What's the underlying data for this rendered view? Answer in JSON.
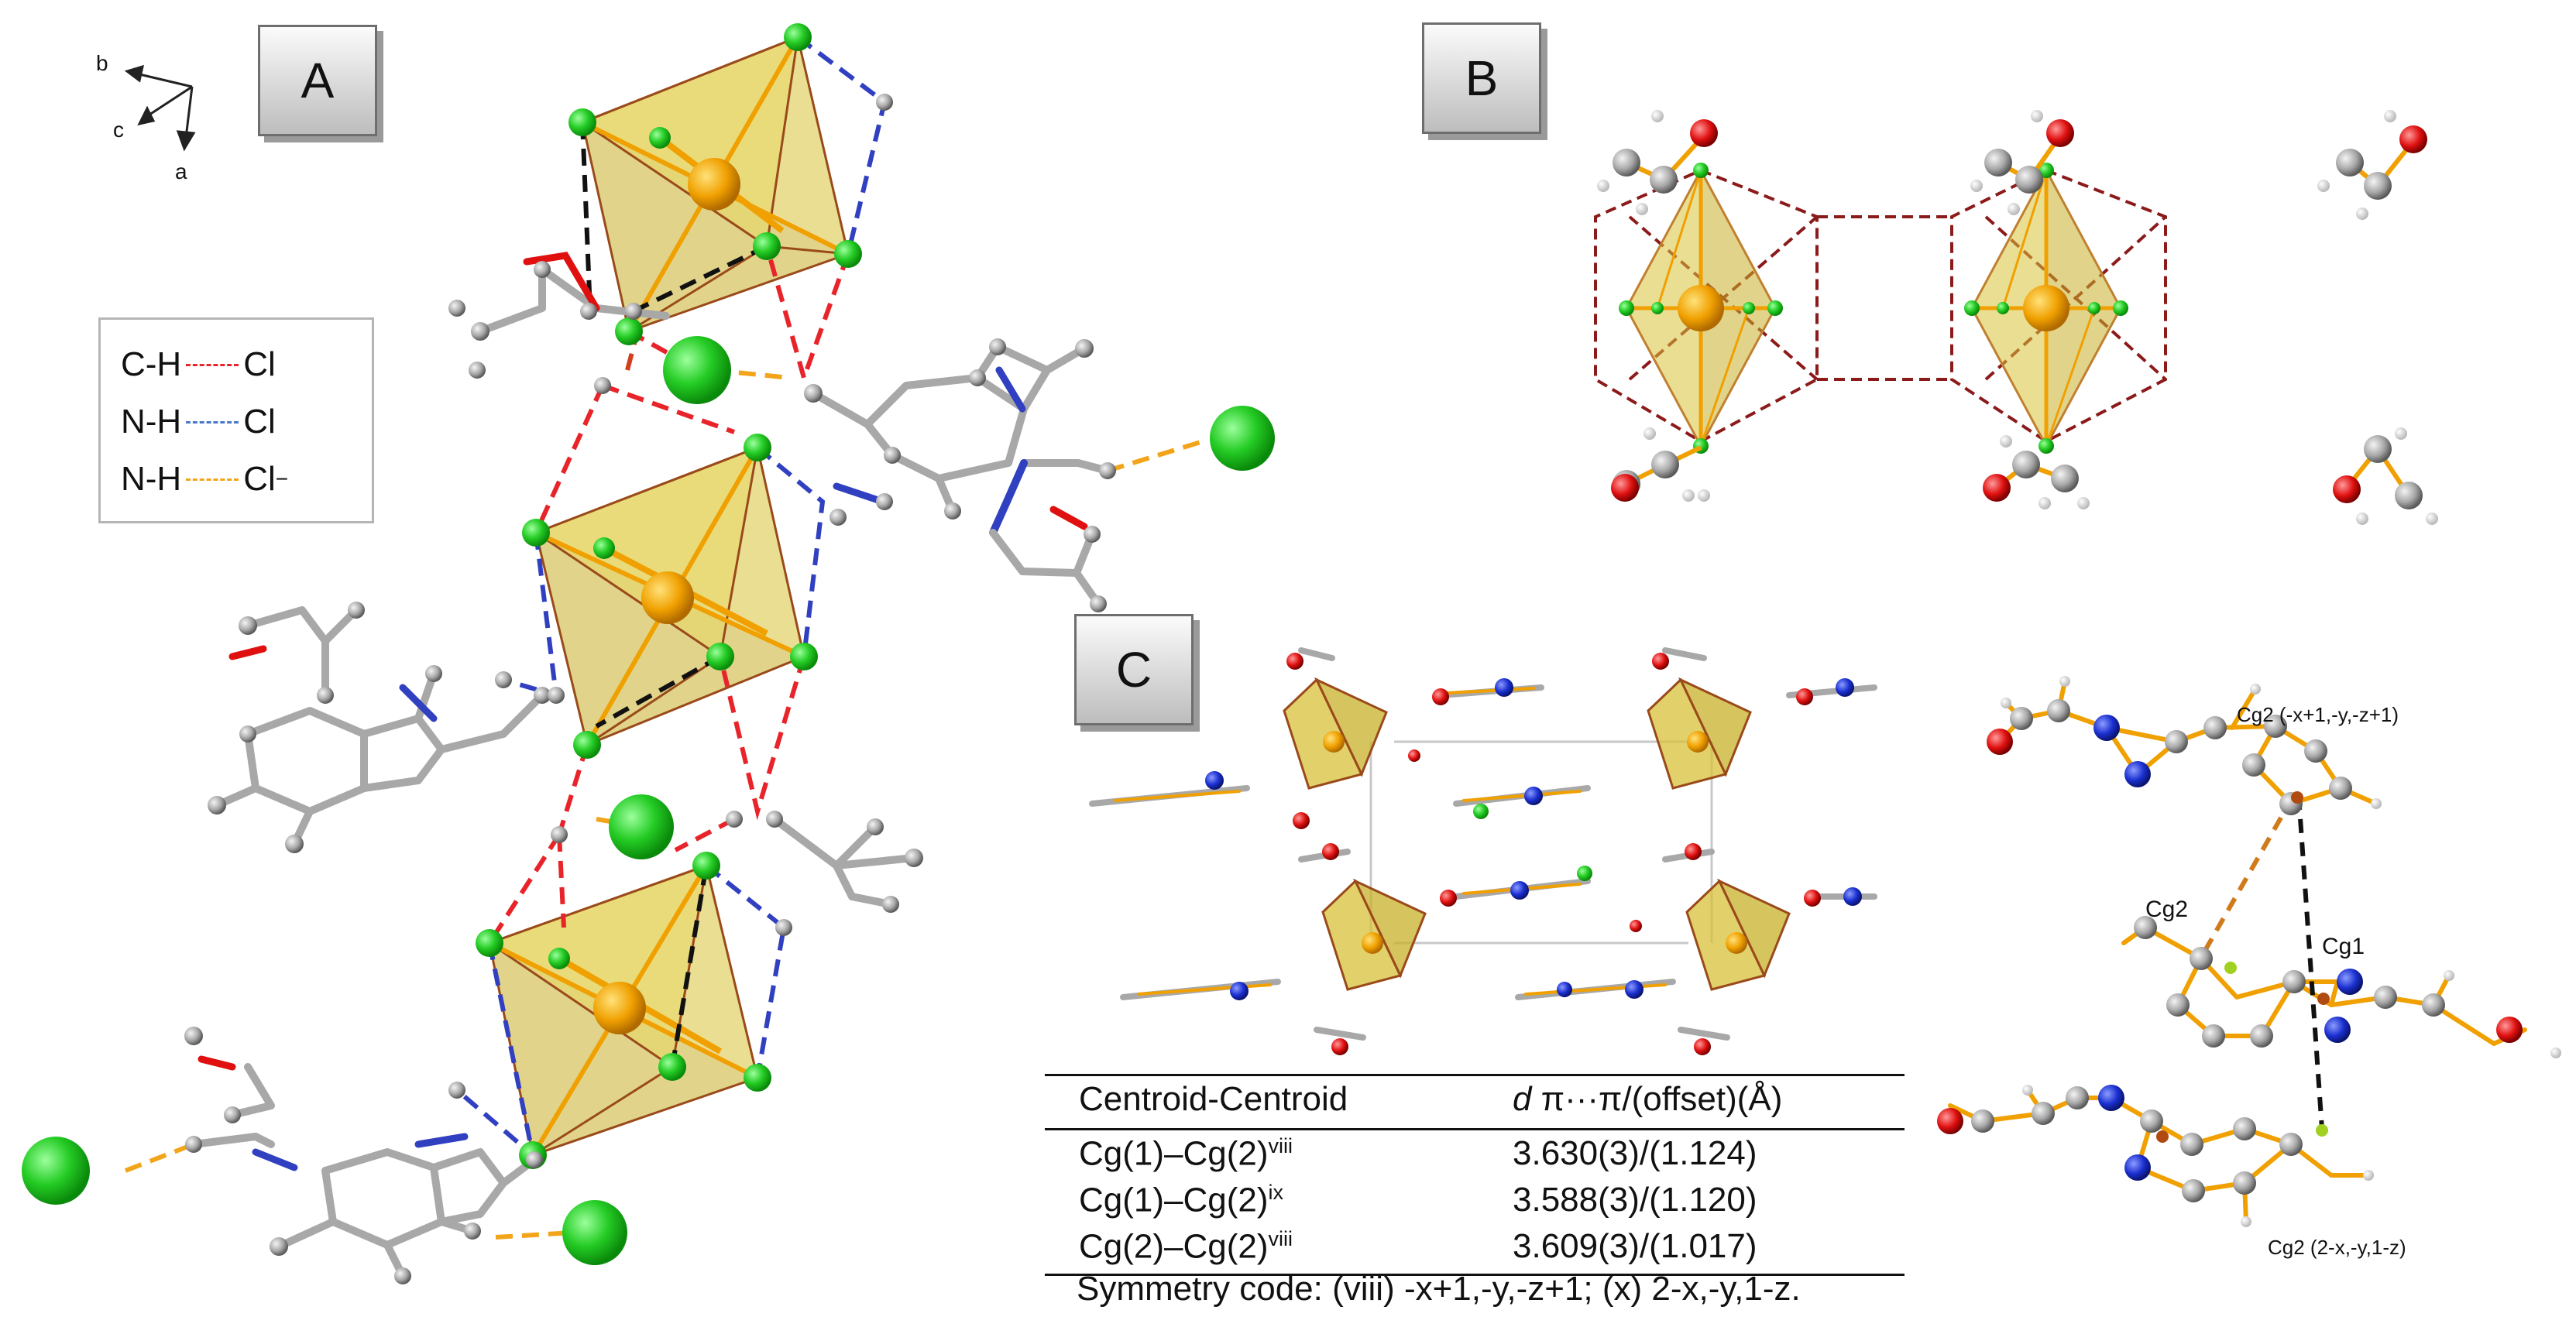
{
  "panels": {
    "a": "A",
    "b": "B",
    "c": "C"
  },
  "axes": {
    "b": "b",
    "c": "c",
    "a": "a"
  },
  "legend": [
    {
      "donor": "C-H",
      "acceptor": "Cl",
      "color": "#e8242a"
    },
    {
      "donor": "N-H",
      "acceptor": "Cl",
      "color": "#4a78c8"
    },
    {
      "donor": "N-H",
      "acceptor": "Cl",
      "charge": "−",
      "color": "#f2a51a"
    }
  ],
  "annotations": {
    "cg2_top": "Cg2 (-x+1,-y,-z+1)",
    "cg2_mid": "Cg2",
    "cg1": "Cg1",
    "cg2_bottom": "Cg2 (2-x,-y,1-z)"
  },
  "table": {
    "headers": [
      "Centroid-Centroid",
      "d",
      " π···π/(offset)(Å)"
    ],
    "rows": [
      {
        "pair": "Cg(1)–Cg(2)",
        "sym": "viii",
        "value": "3.630(3)/(1.124)"
      },
      {
        "pair": "Cg(1)–Cg(2)",
        "sym": "ix",
        "value": "3.588(3)/(1.120)"
      },
      {
        "pair": "Cg(2)–Cg(2)",
        "sym": "viii",
        "value": "3.609(3)/(1.017)"
      }
    ],
    "footnote": "Symmetry code: (viii) -x+1,-y,-z+1; (x) 2-x,-y,1-z."
  },
  "colors": {
    "chloride": "#22cc22",
    "metal": "#f0a000",
    "octahedron": "#d8c23a",
    "carbon": "#a8a8a8",
    "nitrogen": "#1a2fd0",
    "oxygen": "#e01010",
    "bond": "#f0a000",
    "ch_cl": "#e8242a",
    "nh_cl": "#3040c0",
    "nh_cl_ion": "#f2a51a",
    "ring_contact": "#8b1a1a"
  }
}
